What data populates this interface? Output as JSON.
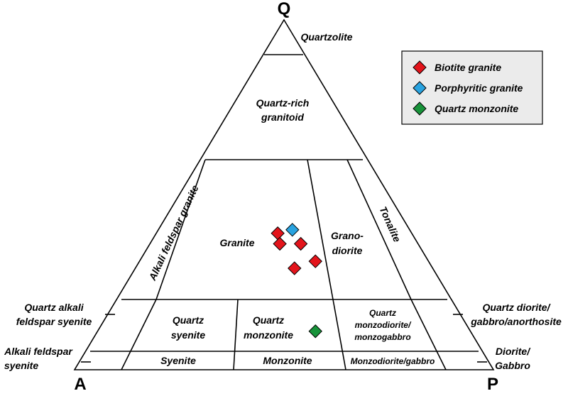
{
  "vertices": {
    "top": "Q",
    "left": "A",
    "right": "P"
  },
  "fields": {
    "quartzolite": "Quartzolite",
    "quartz_rich_1": "Quartz-rich",
    "quartz_rich_2": "granitoid",
    "alkali_feldspar_granite": "Alkali feldspar granite",
    "granite": "Granite",
    "granodiorite_1": "Grano-",
    "granodiorite_2": "diorite",
    "tonalite": "Tonalite",
    "quartz_syenite_1": "Quartz",
    "quartz_syenite_2": "syenite",
    "quartz_monzonite_1": "Quartz",
    "quartz_monzonite_2": "monzonite",
    "quartz_monzodiorite_1": "Quartz",
    "quartz_monzodiorite_2": "monzodiorite/",
    "quartz_monzodiorite_3": "monzogabbro",
    "syenite": "Syenite",
    "monzonite": "Monzonite",
    "monzodiorite": "Monzodiorite/gabbro"
  },
  "side_labels": {
    "quartz_alkali_1": "Quartz alkali",
    "quartz_alkali_2": "feldspar syenite",
    "alkali_feldspar_1": "Alkali feldspar",
    "alkali_feldspar_2": "syenite",
    "quartz_diorite_1": "Quartz diorite/",
    "quartz_diorite_2": "gabbro/anorthosite",
    "diorite_1": "Diorite/",
    "diorite_2": "Gabbro"
  },
  "legend": [
    {
      "label": "Biotite granite",
      "color": "#e3141b"
    },
    {
      "label": "Porphyritic granite",
      "color": "#29a3e0"
    },
    {
      "label": "Quartz monzonite",
      "color": "#18933a"
    }
  ],
  "samples": [
    {
      "group": 0,
      "Q": 39,
      "A": 32,
      "P": 29
    },
    {
      "group": 0,
      "Q": 36,
      "A": 33,
      "P": 31
    },
    {
      "group": 0,
      "Q": 36,
      "A": 28,
      "P": 36
    },
    {
      "group": 0,
      "Q": 29,
      "A": 33,
      "P": 38
    },
    {
      "group": 0,
      "Q": 31,
      "A": 27,
      "P": 42
    },
    {
      "group": 1,
      "Q": 40,
      "A": 28,
      "P": 32
    },
    {
      "group": 2,
      "Q": 11,
      "A": 37,
      "P": 52
    }
  ]
}
